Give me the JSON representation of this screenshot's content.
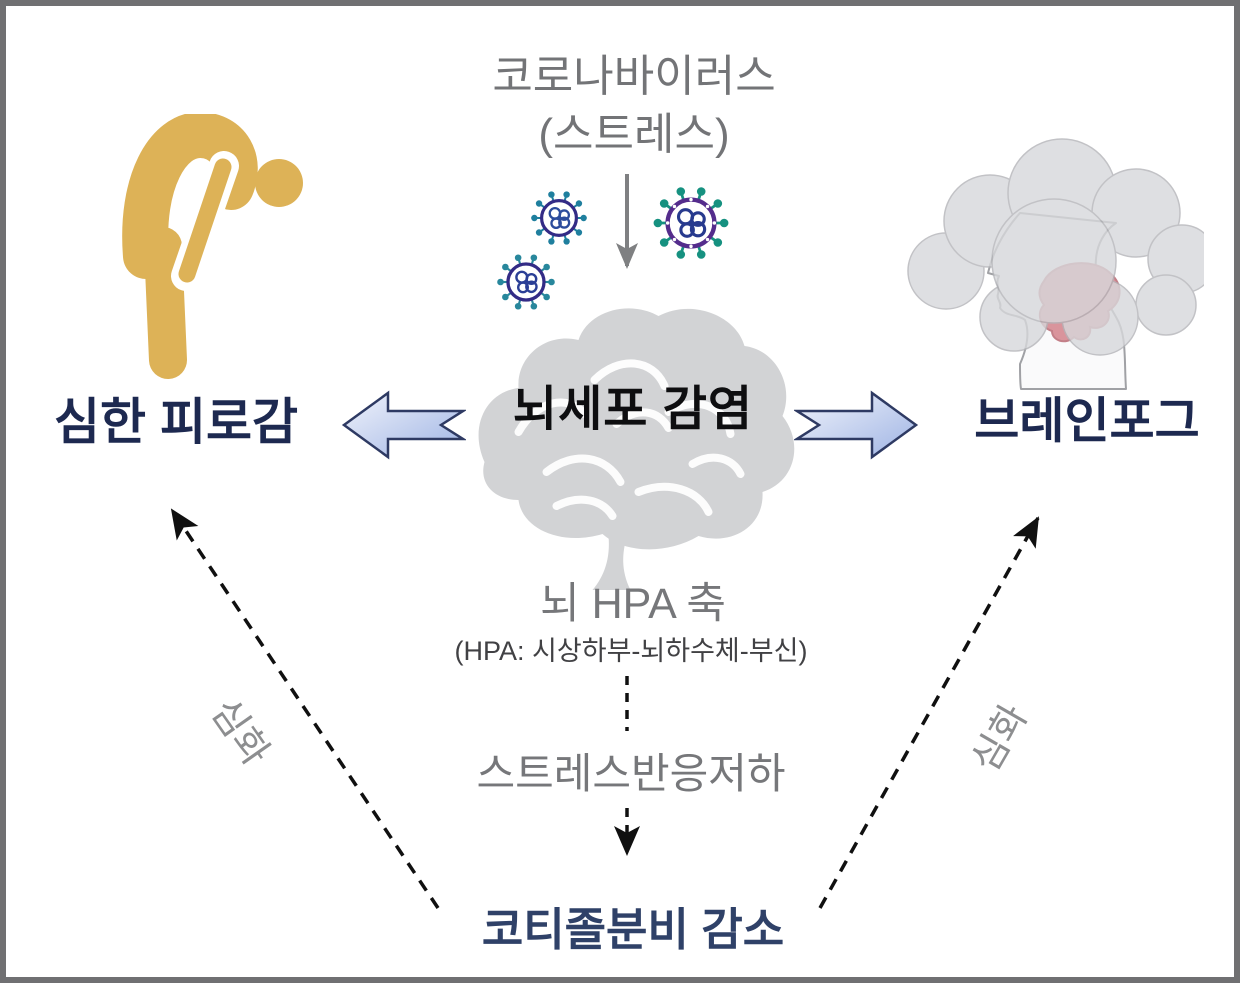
{
  "figure": {
    "title": {
      "line1": "코로나바이러스",
      "line2": "(스트레스)"
    },
    "nodes": {
      "brain_infection": "뇌세포 감염",
      "severe_fatigue": "심한 피로감",
      "brain_fog": "브레인포그",
      "hpa_axis": "뇌 HPA 축",
      "hpa_axis_detail": "(HPA: 시상하부-뇌하수체-부신)",
      "stress_response": "스트레스반응저하",
      "cortisol_decrease": "코티졸분비 감소"
    },
    "edge_labels": {
      "left": "심화",
      "right": "심화"
    },
    "icons": [
      "coronavirus-icon",
      "brain-icon",
      "fatigued-person-icon",
      "brain-fog-head-icon",
      "down-arrow-icon",
      "left-block-arrow-icon",
      "right-block-arrow-icon",
      "dashed-arrow-icon"
    ],
    "colors": {
      "navy_label": "#1d2950",
      "cortisol_navy": "#2f4168",
      "gray_text": "#76777a",
      "dark_gray_text": "#414144",
      "edge_label_gray": "#8d8e90",
      "brain_gray": "#d2d3d5",
      "person_gold": "#ddb257",
      "block_arrow_fill_light": "#f0f3fb",
      "block_arrow_fill_dark": "#9fb4e4",
      "block_arrow_stroke": "#2e3a63",
      "virus_spike_teal": "#169180",
      "virus_spike_blue": "#1f7f9e",
      "virus_ring_purple": "#542c8c",
      "virus_core_navy": "#2c4c9c",
      "fog_cloud_gray": "#d7d8db",
      "brainstem_pink": "#d9949c",
      "border_gray": "#707072",
      "arrow_black": "#101010",
      "arrow_gray": "#7f8082"
    }
  }
}
